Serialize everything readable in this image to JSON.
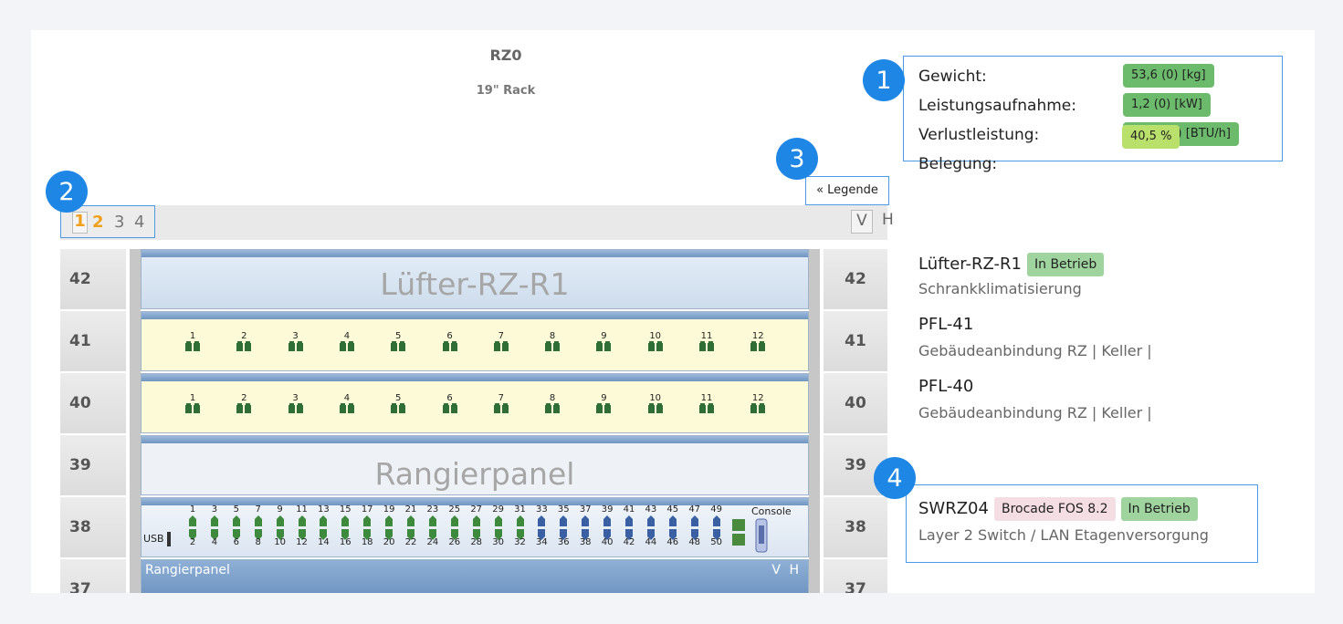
{
  "rack": {
    "title": "RZ0",
    "subtitle": "19\" Rack"
  },
  "badges": [
    "1",
    "2",
    "3",
    "4"
  ],
  "stats": [
    {
      "label": "Gewicht:",
      "value": "53,6 (0) [kg]"
    },
    {
      "label": "Leistungsaufnahme:",
      "value": "1,2 (0) [kW]"
    },
    {
      "label": "Verlustleistung:",
      "value": "1230 (0) [BTU/h]"
    },
    {
      "label": "Belegung:",
      "value": "40,5 %"
    }
  ],
  "toolbar": {
    "pages": [
      "1",
      "2",
      "3",
      "4"
    ],
    "legend_label": "« Legende",
    "view_front": "V",
    "view_back": "H"
  },
  "units": [
    "42",
    "41",
    "40",
    "39",
    "38",
    "37"
  ],
  "slots": {
    "u42_label": "Lüfter-RZ-R1",
    "u39_label": "Rangierpanel",
    "u37_label": "Rangierpanel",
    "u37_v": "V",
    "u37_h": "H",
    "panel_ports": [
      "1",
      "2",
      "3",
      "4",
      "5",
      "6",
      "7",
      "8",
      "9",
      "10",
      "11",
      "12"
    ],
    "switch_top_ports": [
      "1",
      "3",
      "5",
      "7",
      "9",
      "11",
      "13",
      "15",
      "17",
      "19",
      "21",
      "23",
      "25",
      "27",
      "29",
      "31",
      "33",
      "35",
      "37",
      "39",
      "41",
      "43",
      "45",
      "47",
      "49"
    ],
    "switch_bottom_ports": [
      "2",
      "4",
      "6",
      "8",
      "10",
      "12",
      "14",
      "16",
      "18",
      "20",
      "22",
      "24",
      "26",
      "28",
      "30",
      "32",
      "34",
      "36",
      "38",
      "40",
      "42",
      "44",
      "46",
      "48",
      "50"
    ],
    "usb_label": "USB",
    "console_label": "Console"
  },
  "devices": [
    {
      "name": "Lüfter-RZ-R1",
      "status": "In Betrieb",
      "desc": "Schrankklimatisierung"
    },
    {
      "name": "PFL-41",
      "desc": "Gebäudeanbindung RZ | Keller |"
    },
    {
      "name": "PFL-40",
      "desc": "Gebäudeanbindung RZ | Keller |"
    },
    {
      "name": "SWRZ04",
      "os": "Brocade FOS 8.2",
      "status": "In Betrieb",
      "desc": "Layer 2 Switch / LAN Etagenversorgung"
    }
  ],
  "colors": {
    "accent": "#1e87e5",
    "status_green": "#9fd49f",
    "stat_green": "#6cbb6c",
    "stat_lime": "#b9e06a",
    "os_pink": "#f5dde4"
  }
}
